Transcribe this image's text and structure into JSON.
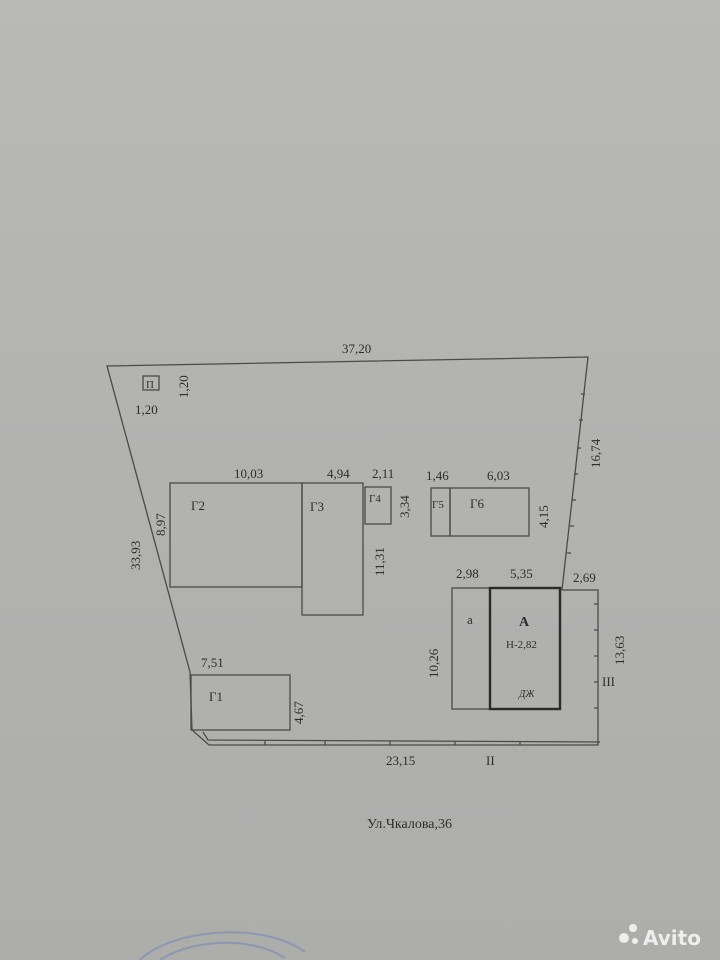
{
  "plan": {
    "outer": {
      "top": "37,20",
      "right_upper": "16,74",
      "right_lower": "13,63",
      "bottom": "23,15",
      "left": "33,93",
      "corner_right": "2,69"
    },
    "well": {
      "label": "П",
      "w": "1,20",
      "h": "1,20"
    },
    "g2": {
      "label": "Г2",
      "top": "10,03",
      "side": "8,97"
    },
    "g3": {
      "label": "Г3",
      "top": "4,94",
      "side": "11,31"
    },
    "g4": {
      "label": "Г4",
      "top": "2,11",
      "side": "3,34"
    },
    "g5": {
      "label": "Г5",
      "top": "1,46"
    },
    "g6": {
      "label": "Г6",
      "top": "6,03",
      "side": "4,15"
    },
    "g1": {
      "label": "Г1",
      "top": "7,51",
      "side": "4,67"
    },
    "a_small": {
      "label": "а",
      "top": "2,98",
      "side": "10,26"
    },
    "house": {
      "label": "А",
      "sub": "Н-2,82",
      "material": "ДЖ",
      "top": "5,35"
    },
    "points": {
      "p2": "II",
      "p3": "III"
    }
  },
  "address": "Ул.Чкалова,36",
  "watermark": "Avito",
  "colors": {
    "paper": "#b6b6b3",
    "ink": "#3a3a3a",
    "stamp": "#6f86b8"
  }
}
